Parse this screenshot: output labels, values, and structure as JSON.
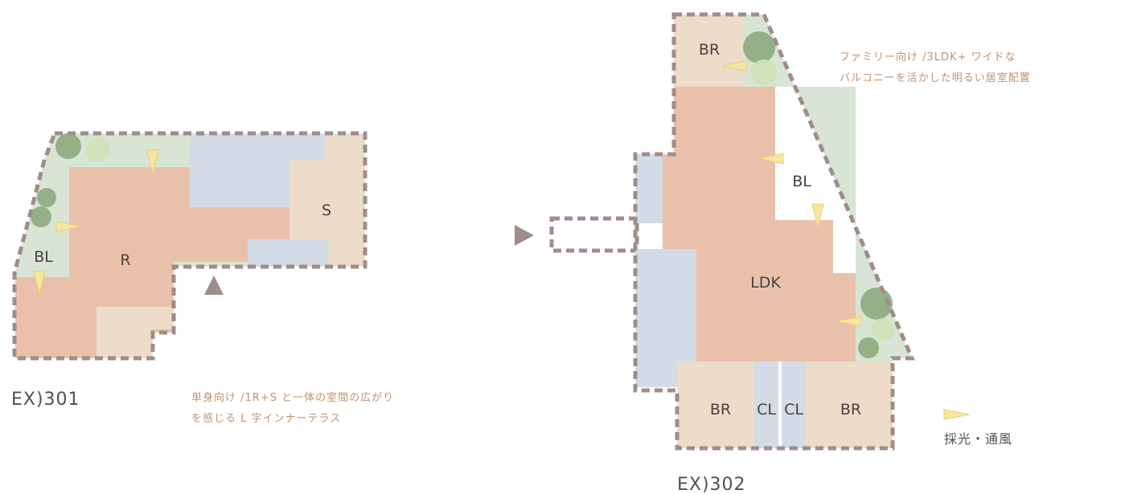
{
  "colors": {
    "living": "#e9c1ab",
    "storage": "#ecdcc9",
    "terrace": "#d8e5d4",
    "neighbor": "#d3dbe7",
    "outline": "#a08c8a",
    "arrow": "#a08c8a",
    "light_marker": "#f7e7a0",
    "tree_dark": "#8ea87e",
    "tree_light": "#cfe2b6",
    "caption_text": "#c0936e"
  },
  "plans": [
    {
      "id": "EX)301",
      "label": "EX)301",
      "caption": [
        "単身向け /1R+S と一体の室間の広がり",
        "を感じる L 字インナーテラス"
      ],
      "rooms": [
        "BL",
        "R",
        "S"
      ]
    },
    {
      "id": "EX)302",
      "label": "EX)302",
      "caption": [
        "ファミリー向け /3LDK+ ワイドな",
        "バルコニーを活かした明るい居室配置"
      ],
      "rooms": [
        "BR",
        "BL",
        "LDK",
        "BR",
        "CL",
        "CL",
        "BR"
      ]
    }
  ],
  "legend": {
    "icon": "light-wedge-icon",
    "label": "採光・通風"
  }
}
